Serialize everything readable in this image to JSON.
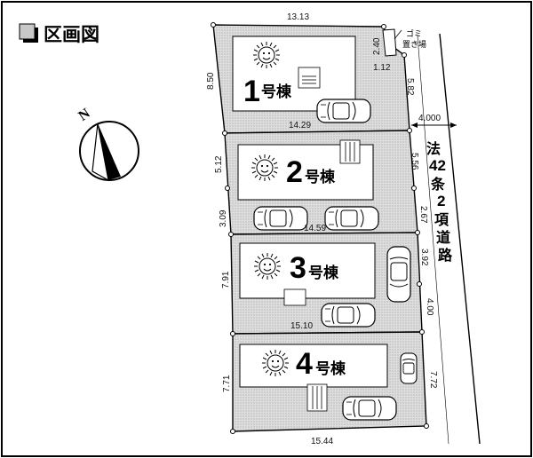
{
  "title": "区画図",
  "compass_label": "N",
  "road": {
    "width_label": "4.000",
    "chars": [
      "法",
      "42",
      "条",
      "2",
      "項",
      "道",
      "路"
    ]
  },
  "garbage_area": [
    "ゴミ",
    "置き場"
  ],
  "lots": [
    {
      "id": "1",
      "suffix": "号棟"
    },
    {
      "id": "2",
      "suffix": "号棟"
    },
    {
      "id": "3",
      "suffix": "号棟"
    },
    {
      "id": "4",
      "suffix": "号棟"
    }
  ],
  "dimensions": {
    "lot1_top": "13.13",
    "garbage_height": "2.40",
    "garbage_width": "1.12",
    "lot1_left": "8.50",
    "lot1_right": "5.82",
    "lot1_bottom": "14.29",
    "lot2_left_upper": "5.12",
    "lot2_right_upper": "5.56",
    "lot2_left_lower": "3.09",
    "lot2_right_lower": "2.67",
    "lot2_bottom": "14.59",
    "lot3_right_upper": "3.92",
    "lot3_left": "7.91",
    "lot3_right_lower": "4.00",
    "lot3_bottom": "15.10",
    "lot4_left": "7.71",
    "lot4_right": "7.72",
    "lot4_bottom": "15.44"
  },
  "colors": {
    "lot_fill": "#d9d9d9",
    "building_fill": "#ffffff",
    "line": "#000000",
    "background": "#ffffff"
  }
}
